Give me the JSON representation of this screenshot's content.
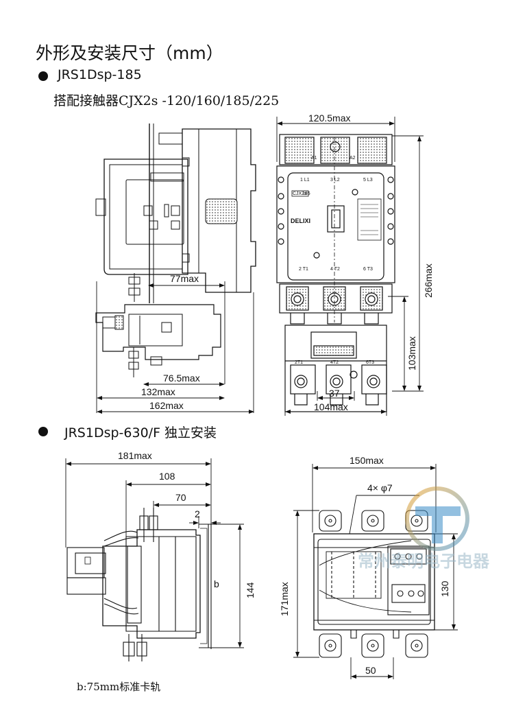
{
  "header": {
    "title": "外形及安装尺寸（mm）",
    "section1_model": "JRS1Dsp-185",
    "section1_subtitle": "搭配接触器CJX2s -120/160/185/225",
    "section2_model": "JRS1Dsp-630/F 独立安装"
  },
  "drawing1": {
    "dims": {
      "width_max": "120.5max",
      "height_max": "266max",
      "relay_height": "103max",
      "spacing": "37",
      "relay_width": "104max",
      "d77": "77max",
      "d765": "76.5max",
      "d132": "132max",
      "d162": "162max"
    },
    "terminals": {
      "a1": "A1",
      "a2": "A2",
      "l1": "1 L1",
      "l2": "3 L2",
      "l3": "5 L3",
      "t1": "2 T1",
      "t2": "4 T2",
      "t3": "6 T3",
      "r1": "2T1",
      "r2": "4T2",
      "r3": "6T3"
    },
    "brand": "DELIXI",
    "model_tag": "CJX2s",
    "model_num": "185"
  },
  "drawing2": {
    "dims": {
      "d181": "181max",
      "d108": "108",
      "d70": "70",
      "d2": "2",
      "rail": "b",
      "d144": "144",
      "d150": "150max",
      "holes": "4× φ7",
      "d171": "171max",
      "d130": "130",
      "d50": "50"
    }
  },
  "footer": {
    "note": "b:75mm标准卡轨"
  },
  "watermark": {
    "text": "常州泰明电子电器"
  },
  "colors": {
    "line": "#111111",
    "hatch": "#bfbfbf",
    "watermark": "#9ab8c8",
    "logo_orange": "#f0a020",
    "logo_blue": "#3c8ec8"
  }
}
